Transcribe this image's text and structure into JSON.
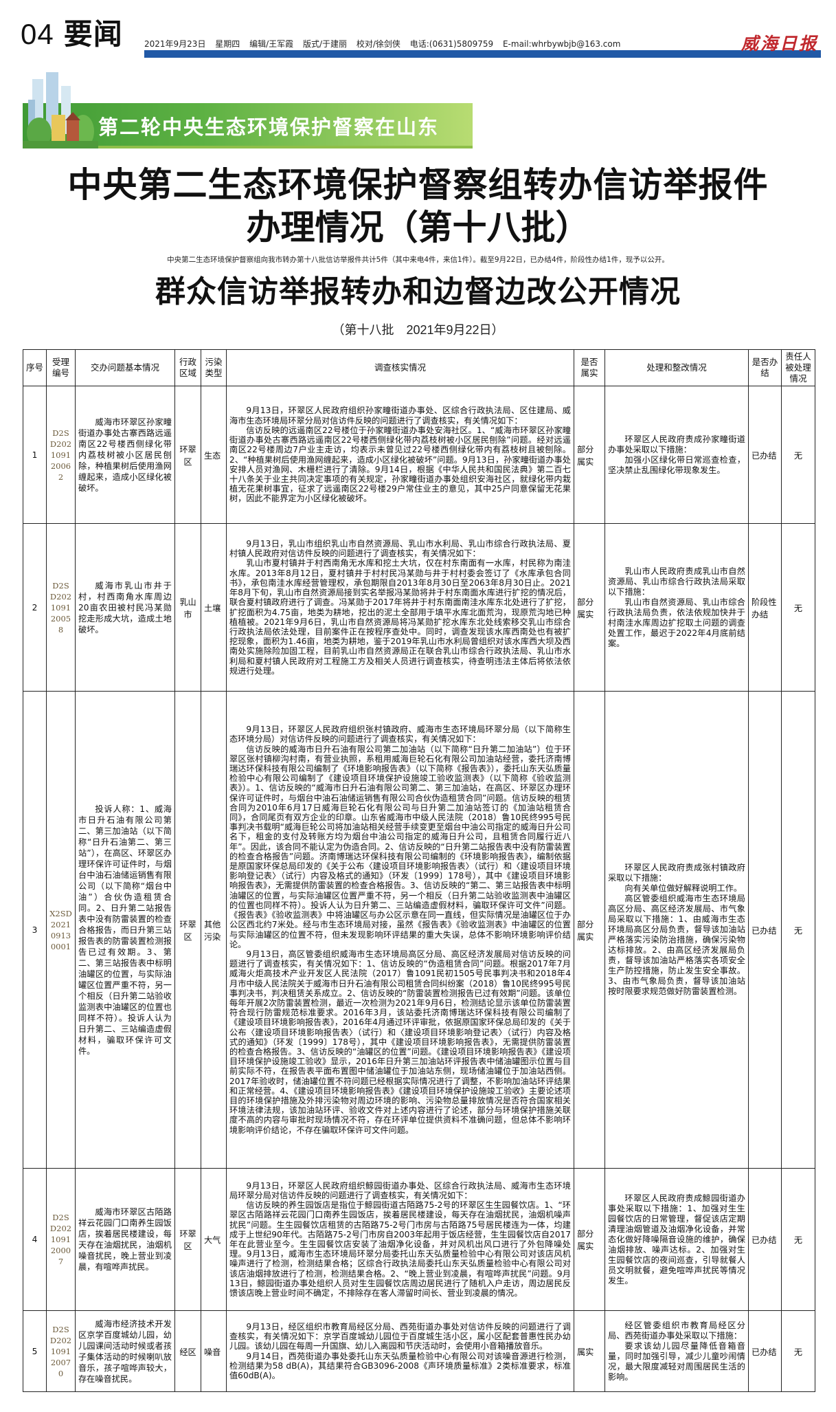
{
  "masthead": {
    "page_number": "04",
    "section": "要闻",
    "meta": [
      "2021年9月23日",
      "星期四",
      "编辑/王军霞",
      "版式/于建丽",
      "校对/徐剑侠",
      "电话:(0631)5809759",
      "E-mail:whrbywbjb@163.com"
    ],
    "logo_text": "威海日报",
    "accent_color": "#2159a6",
    "logo_color": "#c0282d"
  },
  "banner": {
    "title": "第二轮中央生态环境保护督察在山东"
  },
  "headline": {
    "line1": "中央第二生态环境保护督察组转办信访举报件",
    "line2": "办理情况（第十八批）",
    "intro": "中央第二生态环境保护督察组向我市转办第十八批信访举报件共计5件（其中来电4件，来信1件）。截至9月22日，已办结4件，阶段性办结1件，现予以公开。",
    "subtitle": "群众信访举报转办和边督边改公开情况",
    "dateline": "（第十八批　2021年9月22日）"
  },
  "table": {
    "headers": [
      "序号",
      "受理编号",
      "交办问题基本情况",
      "行政区域",
      "污染类型",
      "调查核实情况",
      "是否属实",
      "处理和整改情况",
      "是否办结",
      "责任人被处理情况"
    ],
    "rows": [
      {
        "no": "1",
        "code": "D2SD202109120062",
        "problem": [
          "威海市环翠区孙家疃街道办事处古寨西路远遥南区22号楼西侧绿化带内荔枝树被小区居民刨除，种植果树后使用渔网缠起来，造成小区绿化被破坏。"
        ],
        "region": "环翠区",
        "type": "生态",
        "investigation": [
          "9月13日，环翠区人民政府组织孙家疃街道办事处、区综合行政执法局、区住建局、威海市生态环境局环翠分局对信访件反映的问题进行了调查核实，有关情况如下：",
          "信访反映的远遥南区22号楼位于孙家疃街道办事处安海社区。1、“威海市环翠区孙家疃街道办事处古寨西路远遥南区22号楼西侧绿化带内荔枝树被小区居民刨除”问题。经对远遥南区22号楼周边7户业主走访，均表示未曾见过22号楼西侧绿化带内有荔枝树且被刨除。2、“种植果树后使用渔网缠起来，造成小区绿化被破坏”问题。9月13日，孙家疃街道办事处安排人员对渔网、木栅栏进行了清除。9月14日，根据《中华人民共和国民法典》第二百七十八条关于业主共同决定事项的有关规定，孙家疃街道办事处组织安海社区，就绿化带内栽植无花果树事宜，征求了远遥南区22号楼29户常住业主的意见，其中25户同意保留无花果树，因此不能界定为小区绿化被破坏。"
        ],
        "verified": "部分属实",
        "handling": [
          "环翠区人民政府责成孙家疃街道办事处采取以下措施：",
          "加强小区绿化带日常巡查检查，坚决禁止乱围绿化带现象发生。"
        ],
        "status": "已办结",
        "accountability": "无"
      },
      {
        "no": "2",
        "code": "D2SD202109120058",
        "problem": [
          "威海市乳山市井于村，村西南角水库周边20亩农田被村民冯某勋挖走形成大坑，造成土地破坏。"
        ],
        "region": "乳山市",
        "type": "土壤",
        "investigation": [
          "9月13日，乳山市组织乳山市自然资源局、乳山市水利局、乳山市综合行政执法局、夏村镇人民政府对信访件反映的问题进行了调查核实，有关情况如下：",
          "乳山市夏村镇井于村西南角无水库和挖土大坑，仅在村东南面有一水库，村民称为南洼水库。2013年8月12日，夏村镇井于村村民冯某勋与井于村村委会签订了《水库承包合同书》，承包南洼水库经营管理权，承包期限自2013年8月30日至2063年8月30日止。2021年8月下旬，乳山市自然资源局接到实名举报冯某勋将井于村东南面水库进行扩挖的情况后，联合夏村镇政府进行了调查。冯某勋于2017年将井于村东南面南洼水库东北处进行了扩挖，扩挖面积为4.75亩，地类为耕地，挖出的泥土全部用于填平水库北面荒沟，现原荒沟地已种植植被。2021年9月6日，乳山市自然资源局将冯某勋扩挖水库东北处线索移交乳山市综合行政执法局依法处理，目前案件正在按程序查处中。同时，调查发现该水库西南处也有被扩挖现象，面积为1.46亩，地类为耕地，鉴于2019年乳山市水利局曾组织对该水库西大坝及西南处实施除险加固工程，目前乳山市自然资源局正在联合乳山市综合行政执法局、乳山市水利局和夏村镇人民政府对工程施工方及相关人员进行调查核实，待查明违法主体后将依法依规进行处理。"
        ],
        "verified": "部分属实",
        "handling": [
          "乳山市人民政府责成乳山市自然资源局、乳山市综合行政执法局采取以下措施：",
          "乳山市自然资源局、乳山市综合行政执法局负责，依法依规加快井于村南洼水库周边扩挖取土问题的调查处置工作，最迟于2022年4月底前结案。"
        ],
        "status": "阶段性办结",
        "accountability": "无"
      },
      {
        "no": "3",
        "code": "X2SD202109130001",
        "problem": [
          "投诉人称：1、威海市日升石油有限公司第二、第三加油站（以下简称“日升石油第二、第三站”），在高区、环翠区办理环保许可证件时，与烟台中油石油储运销售有限公司（以下简称“烟台中油”）合伙伪造租赁合同。2、日升第二站报告表中没有防雷装置的检查合格报告，而日升第三站报告表的防雷装置检测报告已过有效期。3、第二、第三站报告表中标明油罐区的位置，与实际油罐区位置严重不符，另一个相反（日升第二站验收监测表中油罐区的位置也同样不符）。投诉人认为日升第二、三站编造虚假材料，骗取环保许可文件。"
        ],
        "region": "环翠区",
        "type": "其他污染",
        "investigation": [
          "9月13日，环翠区人民政府组织张村镇政府、威海市生态环境局环翠分局（以下简称生态环境分局）对信访件反映的问题进行了调查核实，有关情况如下：",
          "信访反映的威海市日升石油有限公司第二加油站（以下简称“日升第二加油站”）位于环翠区张村镇柳沟村南，有营业执照，系租用威海巨轮石化有限公司加油站经营，委托济南博瑞达环保科技有限公司编制了《环境影响报告表》（以下简称《报告表》），委托山东天弘质量检验中心有限公司编制了《建设项目环境保护设施竣工验收监测表》（以下简称《验收监测表》）。1、信访反映的“威海市日升石油有限公司第二、第三加油站，在高区、环翠区办理环保许可证件时，与烟台中油石油储运销售有限公司合伙伪造租赁合同”问题。信访反映的租赁合同为2010年6月17日威海巨轮石化有限公司与日升第二加油站签订的《加油站租赁合同》，合同尾页有双方企业的印章。山东省威海市中级人民法院（2018）鲁10民终995号民事判决书载明“威海巨轮公司将加油站相关经营手续变更至烟台中油公司指定的威海日升公司名下，租金的支付及转账方均为烟台中油公司指定的威海日升公司，且租赁合同履行近八年”。因此，该合同不能认定为伪造合同。2、信访反映的“日升第二站报告表中没有防雷装置的检查合格报告”问题。济南博瑞达环保科技有限公司编制的《环境影响报告表》，编制依据是原国家环保总局印发的《关于公布〈建设项目环境影响报告表〉（试行）和〈建设项目环境影响登记表〉（试行）内容及格式的通知》（环发〔1999〕178号），其中《建设项目环境影响报告表》，无需提供防雷装置的检查合格报告。3、信访反映的“第二、第三站报告表中标明油罐区的位置，与实际油罐区位置严重不符，另一个相反（日升第二站验收监测表中油罐区的位置也同样不符）。投诉人认为日升第二、三站编造虚假材料，骗取环保许可文件”问题。《报告表》《验收监测表》中将油罐区与办公区示意在同一直线，但实际情况是油罐区位于办公区西北约7米处。经与市生态环境局对接，虽然《报告表》《验收监测表》中油罐区的位置与实际油罐区的位置不符，但未发现影响环评结果的重大失误，总体不影响环境影响评价结论。",
          "9月13日，高区管委组织威海市生态环境局高区分局、高区经济发展局对信访反映的问题进行了调查核实，有关情况如下：1、信访反映的“伪造租赁合同”问题。根据2017年7月威海火炬高技术产业开发区人民法院（2017）鲁1091民初1505号民事判决书和2018年4月市中级人民法院关于威海市日升石油有限公司租赁合同纠纷案（2018）鲁10民终995号民事判决书，判决租赁关系成立。2、信访反映的“防雷装置检测报告已过有效期”问题。该单位每年开展2次防雷装置检测，最近一次检测为2021年9月6日，检测结论显示该单位防雷装置符合现行防雷规范标准要求。2016年3月，该站委托济南博瑞达环保科技有限公司编制了《建设项目环境影响报告表》，2016年4月通过环评审批，依据原国家环保总局印发的《关于公布〈建设项目环境影响报告表〉（试行）和〈建设项目环境影响登记表〉（试行）内容及格式的通知》（环发〔1999〕178号），其中《建设项目环境影响报告表》，无需提供防雷装置的检查合格报告。3、信访反映的“油罐区的位置”问题。《建设项目环境影响报告表》《建设项目环境保护设施竣工验收》显示，2016年日升第三加油站环评报告表中储油罐图示位置与目前实际不符，在报告表平面布置图中储油罐位于加油站东侧，现场储油罐位于加油站西侧。2017年验收时，储油罐位置不符问题已经根据实际情况进行了调整，不影响加油站环评结果和正常经营。4、《建设项目环境影响报告表》《建设项目环境保护设施竣工验收》主要论述项目的环境保护措施及外排污染物对周边环境的影响、污染物总量排放情况是否符合国家相关环境法律法规，该加油站环评、验收文件对上述内容进行了论述，部分与环境保护措施关联度不高的内容与审批时现场情况不符，存在环评单位提供资料不准确问题，但总体不影响环境影响评价结论，不存在骗取环保许可文件问题。"
        ],
        "verified": "部分属实",
        "handling": [
          "环翠区人民政府责成张村镇政府采取以下措施：",
          "向有关单位做好解释说明工作。",
          "高区管委组织威海市生态环境局高区分局、高区经济发展局、市气象局采取以下措施：1、由威海市生态环境局高区分局负责，督导该加油站严格落实污染防治措施，确保污染物达标排放。2、由高区经济发展局负责，督导该加油站严格落实各项安全生产防控措施，防止发生安全事故。3、由市气象局负责，督导该加油站按时限要求规范做好防雷装置检测。"
        ],
        "status": "已办结",
        "accountability": "无"
      },
      {
        "no": "4",
        "code": "D2SD202109120007",
        "problem": [
          "威海市环翠区古陌路祥云花园门口南养生园饭店，挨着居民楼建设，每天存在油烟扰民，油烟机噪音扰民，晚上营业到凌晨，有喧哗声扰民。"
        ],
        "region": "环翠区",
        "type": "大气",
        "investigation": [
          "9月13日，环翠区人民政府组织鲸园街道办事处、区综合行政执法局、威海市生态环境局环翠分局对信访件反映的问题进行了调查核实，有关情况如下：",
          "信访反映的养生园饭店是指位于鲸园街道古陌路75-2号的环翠区生生园餐饮店。1、“环翠区古陌路祥云花园门口南养生园饭店，挨着居民楼建设，每天存在油烟扰民，油烟机噪声扰民”问题。生生园餐饮店租赁的古陌路75-2号门市房与古陌路75号居民楼连为一体，均建成于上世纪90年代。古陌路75-2号门市房自2003年起用于饭店经营，生生园餐饮店自2017年在此营业至今。生生园餐饮店安装了油烟净化设备，并对风机出风口进行了外包降噪处理。9月13日，威海市生态环境局环翠分局委托山东天弘质量检验中心有限公司对该店风机噪声进行了检测，检测结果合格；区综合行政执法局委托山东天弘质量检验中心有限公司对该店油烟排放进行了检测，检测结果合格。2、“晚上营业到凌晨，有喧哗声扰民”问题。9月13日，鲸园街道办事处组织人员对生生园餐饮店周边居民进行了随机入户走访，周边居民反馈该店晚上营业时间不确定，不排除存在客人滞留时间长、营业到凌晨的情况。"
        ],
        "verified": "部分属实",
        "handling": [
          "环翠区人民政府责成鲸园街道办事处采取以下措施：1、加强对生生园餐饮店的日常管理，督促该店定期清理油烟管道及油烟净化设备，并常态化做好降噪隔音设施的维护，确保油烟排放、噪声达标。2、加强对生生园餐饮店的夜间巡查，引导就餐人员文明就餐，避免喧哗声扰民等情况发生。"
        ],
        "status": "已办结",
        "accountability": "无"
      },
      {
        "no": "5",
        "code": "D2SD202109120070",
        "problem": [
          "威海市经济技术开发区京学百度城幼儿园，幼儿园课间活动时候或者孩子集体活动的时候喇叭放音乐，孩子喧哗声较大，存在噪音扰民。"
        ],
        "region": "经区",
        "type": "噪音",
        "investigation": [
          "9月13日，经区组织市教育局经区分局、西苑街道办事处对信访件反映的问题进行了调查核实，有关情况如下：京学百度城幼儿园位于百度城生活小区，属小区配套普惠性民办幼儿园。该幼儿园在每周一升国旗、幼儿入离园和节庆活动时，会使用小音箱播放音乐。",
          "9月14日，西苑街道办事处委托山东天弘质量检验中心有限公司对该噪音源进行检测，检测结果为58 dB(A)，其结果符合GB3096-2008《声环境质量标准》2类标准要求，标准值60dB(A)。"
        ],
        "verified": "属实",
        "handling": [
          "经区管委组织市教育局经区分局、西苑街道办事处采取以下措施：",
          "要求该幼儿园尽量降低音箱音量，同时加强引导，减少儿童吵闹情况，最大限度减轻对周围居民生活的影响。"
        ],
        "status": "已办结",
        "accountability": "无"
      }
    ]
  }
}
